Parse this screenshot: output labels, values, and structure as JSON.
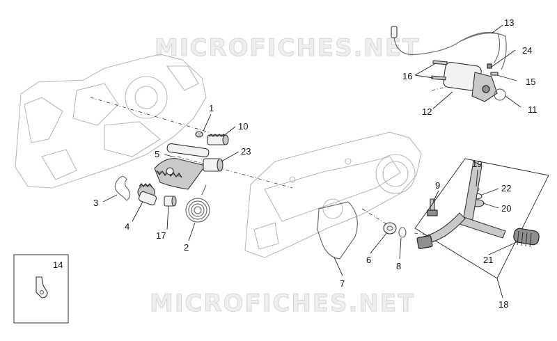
{
  "watermark": "MICROFICHES.NET",
  "callouts": {
    "c1": "1",
    "c2": "2",
    "c3": "3",
    "c4": "4",
    "c5": "5",
    "c6": "6",
    "c7": "7",
    "c8": "8",
    "c9": "9",
    "c10": "10",
    "c11": "11",
    "c12": "12",
    "c13": "13",
    "c14": "14",
    "c15": "15",
    "c16": "16",
    "c17": "17",
    "c18": "18",
    "c19": "19",
    "c20": "20",
    "c21": "21",
    "c22": "22",
    "c23": "23",
    "c24": "24"
  },
  "colors": {
    "line": "#222222",
    "ghost": "#b8b8b8",
    "watermark": "#d6d6d6"
  }
}
